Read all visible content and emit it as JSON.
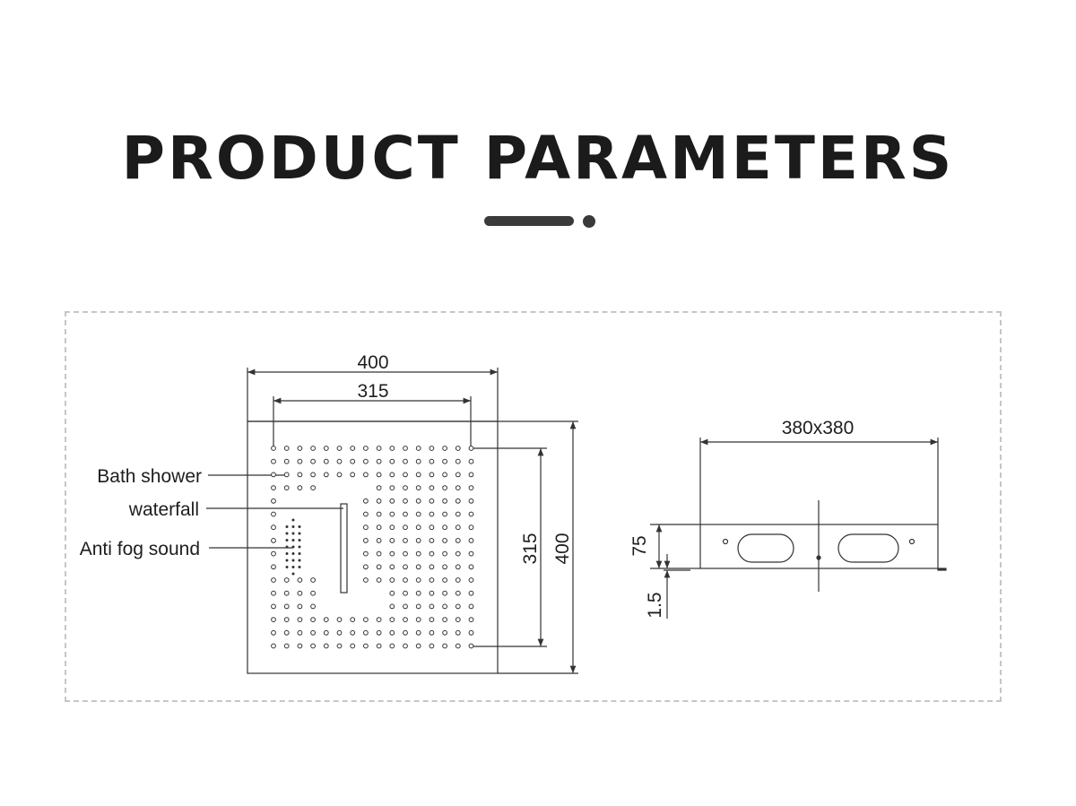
{
  "title": "PRODUCT PARAMETERS",
  "front_view": {
    "width_outer": "400",
    "width_inner": "315",
    "height_inner": "315",
    "height_outer": "400"
  },
  "callouts": {
    "bath_shower": "Bath shower",
    "waterfall": "waterfall",
    "anti_fog_sound": "Anti fog sound"
  },
  "side_view": {
    "width": "380x380",
    "height": "75",
    "thickness": "1.5"
  }
}
